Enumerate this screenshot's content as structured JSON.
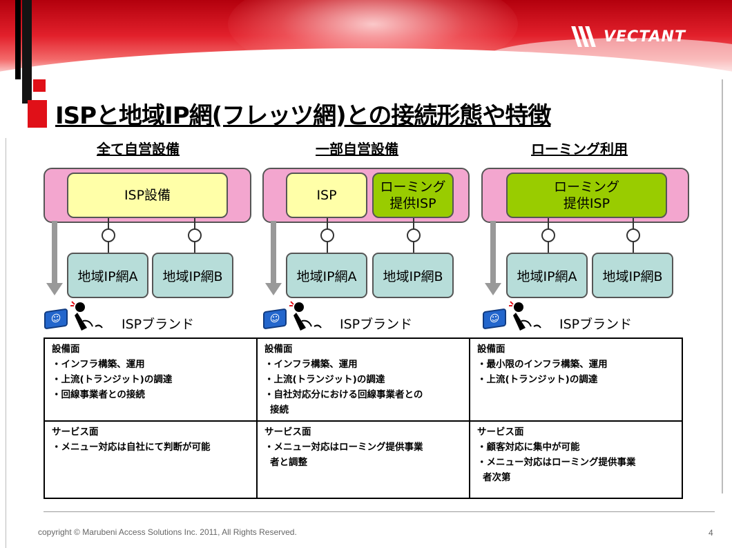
{
  "brand": {
    "logo_text": "VECTANT"
  },
  "title": "ISPと地域IP網(フレッツ網)との接続形態や特徴",
  "columns": [
    {
      "heading": "全て自営設備",
      "isp_boxes": [
        {
          "label": "ISP設備",
          "kind": "own"
        }
      ],
      "networks": [
        "地域IP網A",
        "地域IP網B"
      ],
      "brand_label": "ISPブランド",
      "equipment": {
        "heading": "設備面",
        "items": [
          "・インフラ構築、運用",
          "・上流(トランジット)の調達",
          "・回線事業者との接続"
        ]
      },
      "service": {
        "heading": "サービス面",
        "items": [
          "・メニュー対応は自社にて判断が可能"
        ]
      }
    },
    {
      "heading": "一部自営設備",
      "isp_boxes": [
        {
          "label": "ISP",
          "kind": "own"
        },
        {
          "label": "ローミング\n提供ISP",
          "kind": "roaming"
        }
      ],
      "networks": [
        "地域IP網A",
        "地域IP網B"
      ],
      "brand_label": "ISPブランド",
      "equipment": {
        "heading": "設備面",
        "items": [
          "・インフラ構築、運用",
          "・上流(トランジット)の調達",
          "・自社対応分における回線事業者との",
          "接続"
        ]
      },
      "service": {
        "heading": "サービス面",
        "items": [
          "・メニュー対応はローミング提供事業",
          "者と調整"
        ]
      }
    },
    {
      "heading": "ローミング利用",
      "isp_boxes": [
        {
          "label": "ローミング\n提供ISP",
          "kind": "roaming"
        }
      ],
      "networks": [
        "地域IP網A",
        "地域IP網B"
      ],
      "brand_label": "ISPブランド",
      "equipment": {
        "heading": "設備面",
        "items": [
          "・最小限のインフラ構築、運用",
          "・上流(トランジット)の調達"
        ]
      },
      "service": {
        "heading": "サービス面",
        "items": [
          "・顧客対応に集中が可能",
          "・メニュー対応はローミング提供事業",
          "者次第"
        ]
      }
    }
  ],
  "footer": {
    "copyright": "copyright © Marubeni Access Solutions Inc. 2011, All Rights Reserved.",
    "page_number": "4"
  },
  "colors": {
    "accent_red": "#e01018",
    "pink_container": "#f3a6cf",
    "own_isp_box": "#ffffa8",
    "roaming_isp_box": "#99cc00",
    "network_box": "#b7ddd9"
  },
  "icons": [
    "pc-icon",
    "person-icon",
    "down-arrow-icon",
    "connector-icon"
  ]
}
